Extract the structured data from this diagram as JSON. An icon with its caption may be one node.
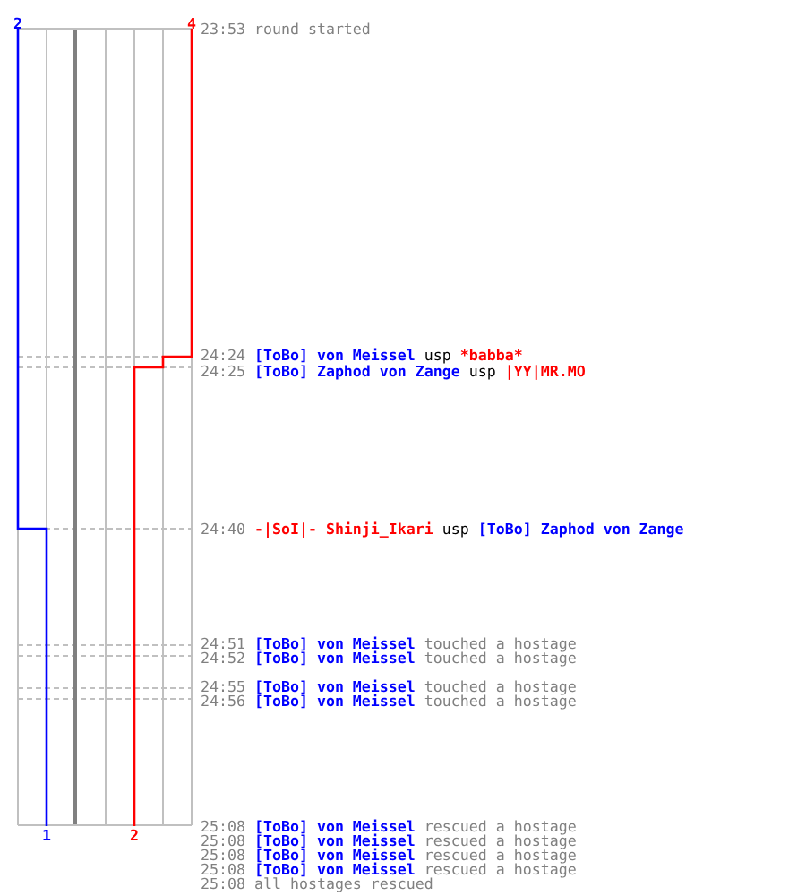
{
  "diagram": {
    "labels": [
      "2",
      "4",
      "23:53",
      "round started",
      "24:24",
      "[ToBo] von Meissel",
      "usp",
      "*babba*",
      "24:25",
      "[ToBo] Zaphod von Zange",
      "usp",
      "|YY|MR.MO",
      "24:40",
      "-|SoI|- Shinji_Ikari",
      "usp",
      "[ToBo] Zaphod von Zange",
      "24:51",
      "[ToBo] von Meissel",
      "touched a hostage",
      "24:52",
      "[ToBo] von Meissel",
      "touched a hostage",
      "24:55",
      "[ToBo] von Meissel",
      "touched a hostage",
      "24:56",
      "[ToBo] von Meissel",
      "touched a hostage",
      "25:08",
      "[ToBo] von Meissel",
      "rescued a hostage",
      "1",
      "2",
      "25:08",
      "[ToBo] von Meissel",
      "rescued a hostage",
      "25:08",
      "[ToBo] von Meissel",
      "rescued a hostage",
      "25:08",
      "[ToBo] von Meissel",
      "rescued a hostage",
      "25:08",
      "all hostages rescued"
    ]
  }
}
